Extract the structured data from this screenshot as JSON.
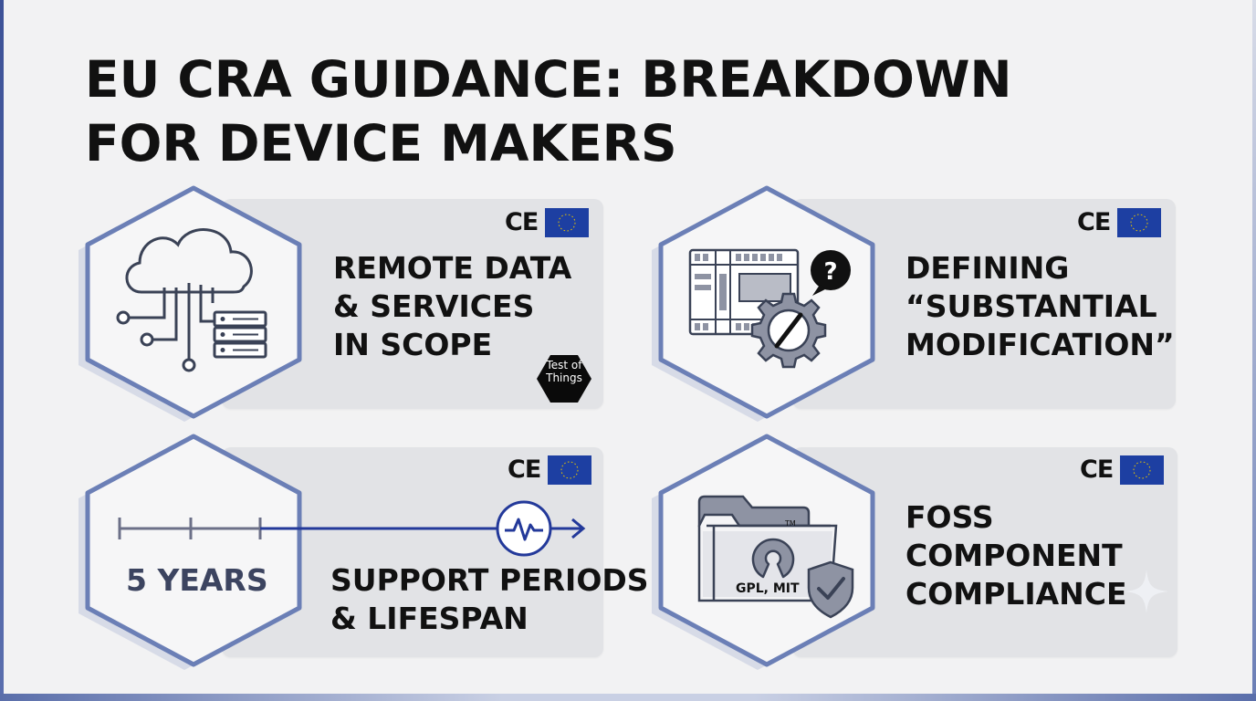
{
  "title": {
    "line1": "EU CRA GUIDANCE: BREAKDOWN",
    "line2": "FOR DEVICE MAKERS"
  },
  "cards": [
    {
      "label_lines": [
        "REMOTE DATA",
        "& SERVICES",
        "IN SCOPE"
      ],
      "icon": "cloud-server-icon",
      "ce_mark": "CE"
    },
    {
      "label_lines": [
        "DEFINING",
        "“SUBSTANTIAL",
        "MODIFICATION”"
      ],
      "icon": "device-gear-question-icon",
      "ce_mark": "CE"
    },
    {
      "label_lines": [
        "SUPPORT PERIODS",
        "& LIFESPAN"
      ],
      "icon": "timeline-pulse-icon",
      "icon_text": "5 YEARS",
      "ce_mark": "CE"
    },
    {
      "label_lines": [
        "FOSS",
        "COMPONENT",
        "COMPLIANCE"
      ],
      "icon": "folder-open-source-shield-icon",
      "icon_text": "GPL, MIT",
      "icon_tm": "TM",
      "ce_mark": "CE"
    }
  ],
  "brand": {
    "line1": "Test of",
    "line2": "Things"
  },
  "colors": {
    "accent": "#2f49a3",
    "eu_flag": "#1d3fa2",
    "panel": "#e2e3e6",
    "text": "#111111"
  }
}
